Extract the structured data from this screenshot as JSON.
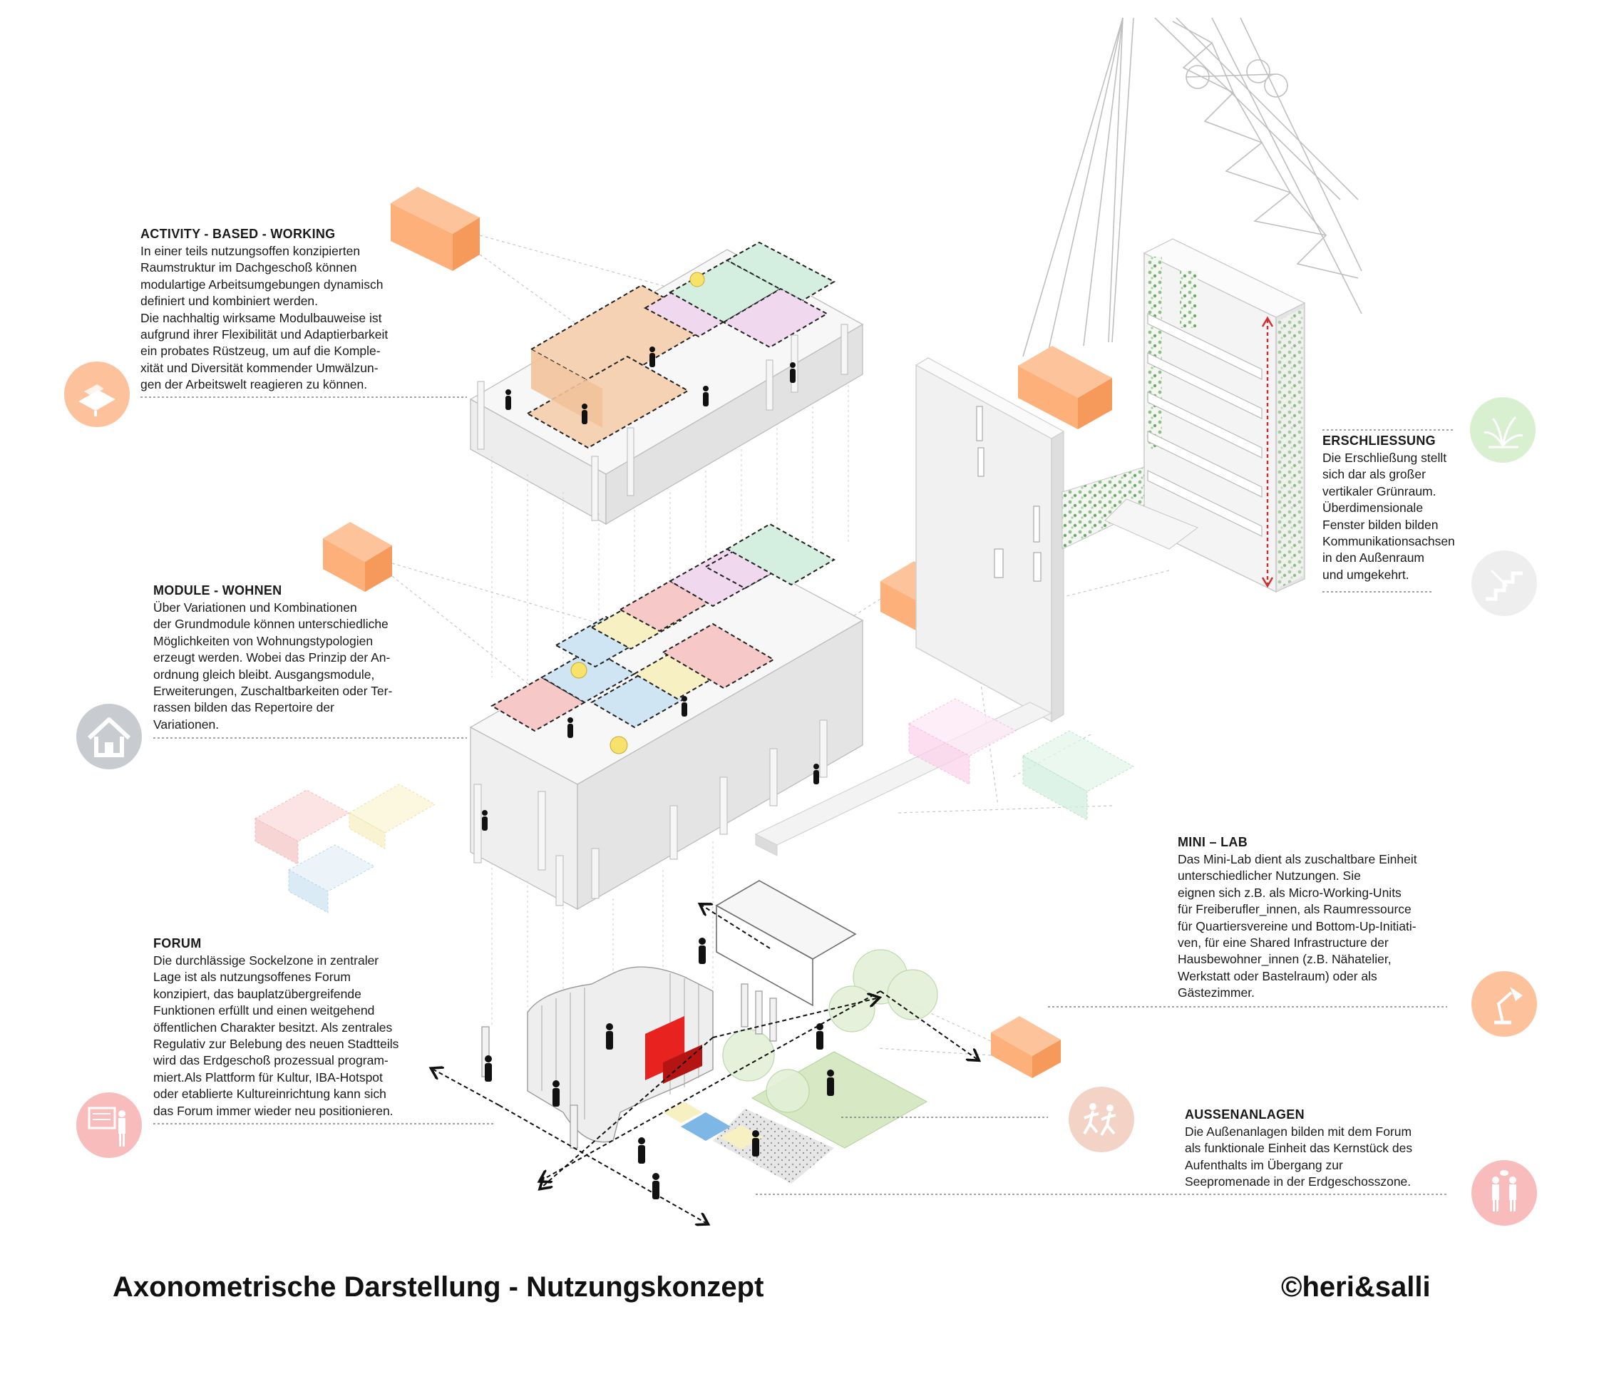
{
  "colors": {
    "orange": "#fdb07a",
    "orange_dark": "#f59a5a",
    "salmon_icon": "#fcc9a8",
    "grey_icon": "#c9cccf",
    "green_icon": "#d7efce",
    "pink_icon": "#f9bcbc",
    "module_pink": "#f6c8c8",
    "module_yellow": "#f7f0c2",
    "module_blue": "#cfe5f3",
    "module_green": "#d4efe0",
    "module_lilac": "#f0d9ef",
    "forum_red": "#e8231f",
    "leader_grey": "#8a8a8a"
  },
  "sections": {
    "activity": {
      "title": "ACTIVITY - BASED - WORKING",
      "body": "In einer teils nutzungsoffen konzipierten\nRaumstruktur im Dachgeschoß können\nmodulartige Arbeitsumgebungen dynamisch\ndefiniert und kombiniert werden.\nDie nachhaltig wirksame Modulbauweise ist\naufgrund ihrer Flexibilität und Adaptierbarkeit\nein probates Rüstzeug, um auf die Komple-\nxität und Diversität kommender Umwälzun-\ngen der Arbeitswelt reagieren zu können.",
      "icon": "desk-icon"
    },
    "module": {
      "title": "MODULE - WOHNEN",
      "body": "Über Variationen und Kombinationen\nder Grundmodule können unterschiedliche\nMöglichkeiten von Wohnungstypologien\nerzeugt werden. Wobei das Prinzip der An-\nordnung gleich bleibt. Ausgangsmodule,\nErweiterungen, Zuschaltbarkeiten oder Ter-\nrassen bilden das Repertoire der\nVariationen.",
      "icon": "house-icon"
    },
    "forum": {
      "title": "FORUM",
      "body": "Die durchlässige Sockelzone in zentraler\nLage ist als nutzungsoffenes Forum\nkonzipiert, das bauplatzübergreifende\nFunktionen erfüllt und einen weitgehend\nöffentlichen Charakter besitzt. Als zentrales\nRegulativ zur Belebung des neuen Stadtteils\nwird das Erdgeschoß prozessual program-\nmiert.Als Plattform für Kultur, IBA-Hotspot\noder etablierte Kultureinrichtung kann sich\ndas Forum immer wieder neu positionieren.",
      "icon": "presentation-icon"
    },
    "erschliessung": {
      "title": "ERSCHLIESSUNG",
      "body": "Die Erschließung stellt\nsich dar als großer\nvertikaler Grünraum.\nÜberdimensionale\nFenster bilden bilden\nKommunikationsachsen\nin den Außenraum\nund umgekehrt.",
      "icons": [
        "plant-icon",
        "stairs-icon"
      ]
    },
    "minilab": {
      "title": "MINI – LAB",
      "body": "Das Mini-Lab dient als zuschaltbare Einheit\nunterschiedlicher Nutzungen. Sie\neignen sich z.B. als Micro-Working-Units\nfür Freiberufler_innen, als Raumressource\nfür Quartiersvereine und Bottom-Up-Initiati-\nven, für eine Shared Infrastructure der\nHausbewohner_innen (z.B. Nähatelier,\nWerkstatt oder Bastelraum) oder als\nGästezimmer.",
      "icon": "lamp-icon"
    },
    "aussenanlagen": {
      "title": "AUSSENANLAGEN",
      "body": "Die Außenanlagen bilden mit dem Forum\nals funktionale Einheit das Kernstück des\nAufenthalts im Übergang zur\nSeepromenade in der Erdgeschosszone.",
      "icons": [
        "running-people-icon",
        "talking-people-icon"
      ]
    }
  },
  "caption": "Axonometrische Darstellung - Nutzungskonzept",
  "credit": "©heri&salli"
}
